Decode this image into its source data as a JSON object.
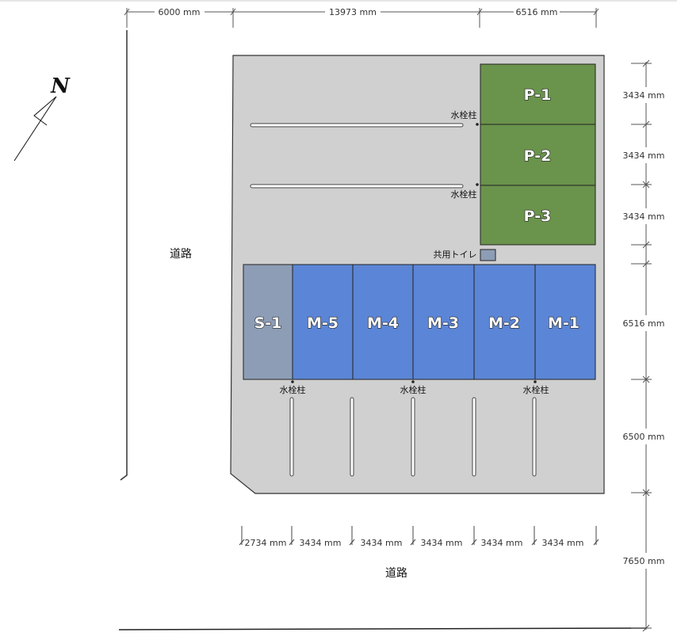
{
  "top_dims": [
    "6000 mm",
    "13973 mm",
    "6516 mm"
  ],
  "right_dims": [
    "3434 mm",
    "3434 mm",
    "3434 mm",
    "6516 mm",
    "6500 mm",
    "7650 mm"
  ],
  "bottom_dims": [
    "2734 mm",
    "3434 mm",
    "3434 mm",
    "3434 mm",
    "3434 mm",
    "3434 mm"
  ],
  "road_labels": [
    "道路",
    "道路"
  ],
  "north_label": "N",
  "parking": [
    "P-1",
    "P-2",
    "P-3"
  ],
  "units": [
    "S-1",
    "M-5",
    "M-4",
    "M-3",
    "M-2",
    "M-1"
  ],
  "faucet_label": "水栓柱",
  "toilet_label": "共用トイレ",
  "colors": {
    "parking": "#6a934c",
    "unit": "#5b85d6",
    "small_unit": "#8d9db6",
    "site": "#d0d0d0"
  }
}
